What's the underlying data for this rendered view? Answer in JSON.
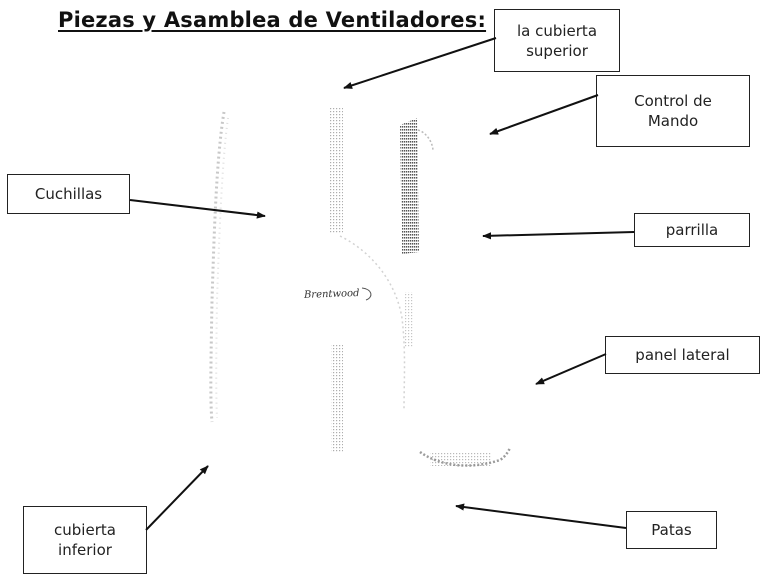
{
  "title": "Piezas y Asamblea de Ventiladores:",
  "labels": {
    "top_cover": "la cubierta\nsuperior",
    "control": "Control de\nMando",
    "blades": "Cuchillas",
    "grille": "parrilla",
    "side_panel": "panel lateral",
    "bottom_cover": "cubierta\ninferior",
    "legs": "Patas"
  },
  "brand": "Brentwood"
}
